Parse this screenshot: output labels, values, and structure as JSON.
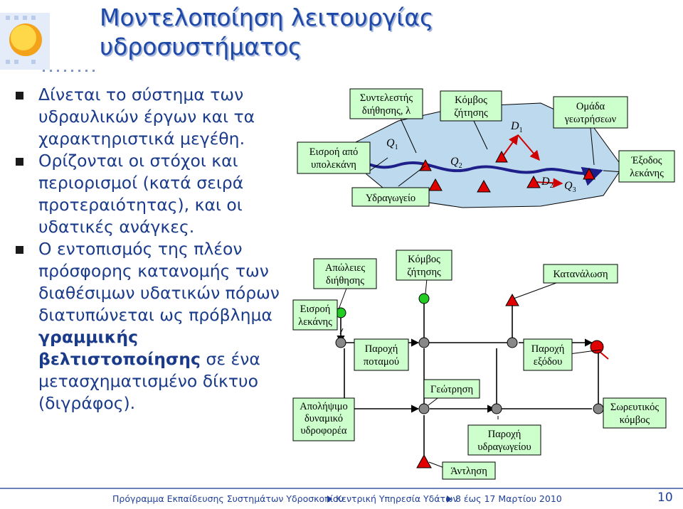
{
  "slide": {
    "title": "Μοντελοποίηση λειτουργίας\nυδροσυστήματος",
    "page_number": "10"
  },
  "bullets": [
    {
      "text": "Δίνεται το σύστημα των υδραυλικών έργων και τα χαρακτηριστικά μεγέθη.",
      "color": "#1a3a8a"
    },
    {
      "text": "Ορίζονται οι στόχοι και περιορισμοί (κατά σειρά προτεραιότητας), και οι υδατικές ανάγκες.",
      "color": "#1a3a8a"
    },
    {
      "pre": "Ο εντοπισμός της πλέον πρόσφορης κατανομής των διαθέσιμων υδατικών πόρων διατυπώνεται ως πρόβλημα ",
      "bold": "γραμμικής βελτιστοποίησης",
      "post": " σε ένα μετασχηματισμένο δίκτυο (διγράφος).",
      "color": "#1a3a8a"
    }
  ],
  "diagram": {
    "top": {
      "label_inflow": [
        "Εισροή από",
        "υπολεκάνη"
      ],
      "label_coef": [
        "Συντελεστής",
        "διήθησης, λ"
      ],
      "label_demand_node": [
        "Κόμβος",
        "ζήτησης"
      ],
      "label_irrigation_group": [
        "Ομάδα",
        "γεωτρήσεων"
      ],
      "label_outlet": [
        "Έξοδος",
        "λεκάνης"
      ],
      "label_aqueduct": "Υδραγωγείο",
      "sym_q1": "Q",
      "sub_q1": "1",
      "sym_q2": "Q",
      "sub_q2": "2",
      "sym_q3": "Q",
      "sub_q3": "3",
      "sym_d1": "D",
      "sub_d1": "1",
      "sym_d2": "D",
      "sub_d2": "2"
    },
    "bottom": {
      "label_losses": [
        "Απώλειες",
        "διήθησης"
      ],
      "label_demand_node": [
        "Κόμβος",
        "ζήτησης"
      ],
      "label_consumption": "Κατανάλωση",
      "label_basin_inflow": [
        "Εισροή",
        "λεκάνης"
      ],
      "label_river_flow": [
        "Παροχή",
        "ποταμού"
      ],
      "label_outflow": [
        "Παροχή",
        "εξόδου"
      ],
      "label_drilling": "Γεώτρηση",
      "label_aquifer": [
        "Απολήψιμο",
        "δυναμικό",
        "υδροφορέα"
      ],
      "label_collector": [
        "Σωρευτικός",
        "κόμβος"
      ],
      "label_aqueduct_flow": [
        "Παροχή",
        "υδραγωγείου"
      ],
      "label_pumping": "Άντληση"
    },
    "colors": {
      "label_fill": "#ccffcc",
      "region_fill": "#bcd9ee",
      "river": "#1f1f8a",
      "red_arrow": "#d00000",
      "node_green": "#22cc22",
      "node_red": "#e00000",
      "node_gray": "#888888"
    }
  },
  "footer": {
    "seg1": "Πρόγραμμα Εκπαίδευσης Συστημάτων Υδροσκοπίου",
    "seg2": "Κεντρική Υπηρεσία Υδάτων",
    "seg3": "8 έως 17 Μαρτίου 2010"
  }
}
